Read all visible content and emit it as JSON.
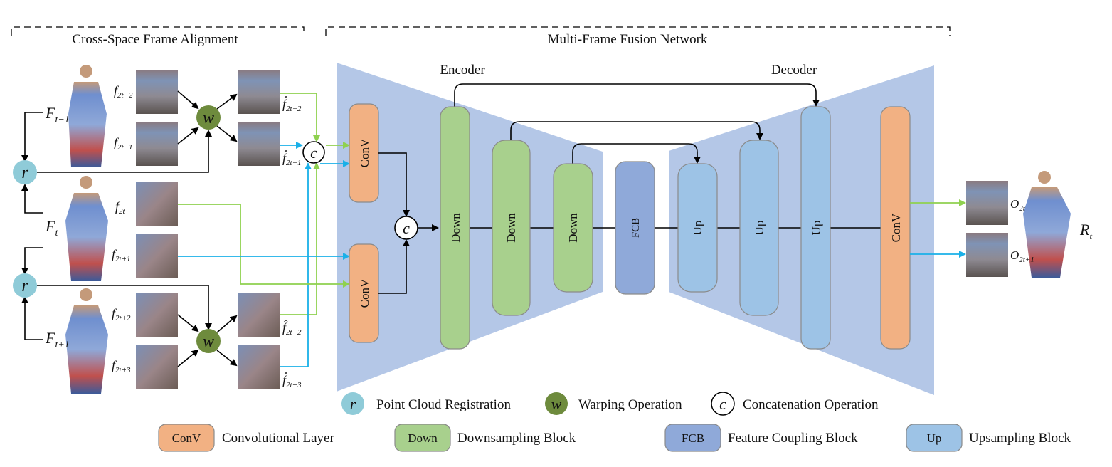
{
  "sections": {
    "alignment_title": "Cross-Space Frame Alignment",
    "fusion_title": "Multi-Frame Fusion Network",
    "encoder_label": "Encoder",
    "decoder_label": "Decoder"
  },
  "inputs": {
    "frames": [
      {
        "symbol": "F",
        "subscript": "t−1"
      },
      {
        "symbol": "F",
        "subscript": "t"
      },
      {
        "symbol": "F",
        "subscript": "t+1"
      }
    ],
    "features": [
      {
        "symbol": "f",
        "subscript": "2t−2"
      },
      {
        "symbol": "f",
        "subscript": "2t−1"
      },
      {
        "symbol": "f",
        "subscript": "2t"
      },
      {
        "symbol": "f",
        "subscript": "2t+1"
      },
      {
        "symbol": "f",
        "subscript": "2t+2"
      },
      {
        "symbol": "f",
        "subscript": "2t+3"
      }
    ],
    "warped": [
      {
        "symbol": "f̂",
        "subscript": "2t−2"
      },
      {
        "symbol": "f̂",
        "subscript": "2t−1"
      },
      {
        "symbol": "f̂",
        "subscript": "2t+2"
      },
      {
        "symbol": "f̂",
        "subscript": "2t+3"
      }
    ]
  },
  "operators": {
    "registration": "r",
    "warping": "w",
    "concatenation": "c"
  },
  "blocks": {
    "conv": "ConV",
    "down": "Down",
    "fcb": "FCB",
    "up": "Up"
  },
  "outputs": {
    "images": [
      {
        "symbol": "O",
        "subscript": "2t"
      },
      {
        "symbol": "O",
        "subscript": "2t+1"
      }
    ],
    "result": {
      "symbol": "R",
      "subscript": "t"
    }
  },
  "legend": {
    "row1": [
      {
        "symbol": "r",
        "label": "Point Cloud Registration"
      },
      {
        "symbol": "w",
        "label": "Warping Operation"
      },
      {
        "symbol": "c",
        "label": "Concatenation Operation"
      }
    ],
    "row2": [
      {
        "symbol": "ConV",
        "label": "Convolutional Layer"
      },
      {
        "symbol": "Down",
        "label": "Downsampling Block"
      },
      {
        "symbol": "FCB",
        "label": "Feature Coupling Block"
      },
      {
        "symbol": "Up",
        "label": "Upsampling Block"
      }
    ]
  },
  "colors": {
    "registration": "#8fcbd8",
    "warping": "#6e8b3d",
    "conv": "#f2b183",
    "down": "#a8d08d",
    "fcb": "#8fa9d9",
    "up": "#9dc3e6",
    "trapezoid": "#b4c7e7",
    "green_arrow": "#8fd14f",
    "blue_arrow": "#1ab0e8"
  }
}
